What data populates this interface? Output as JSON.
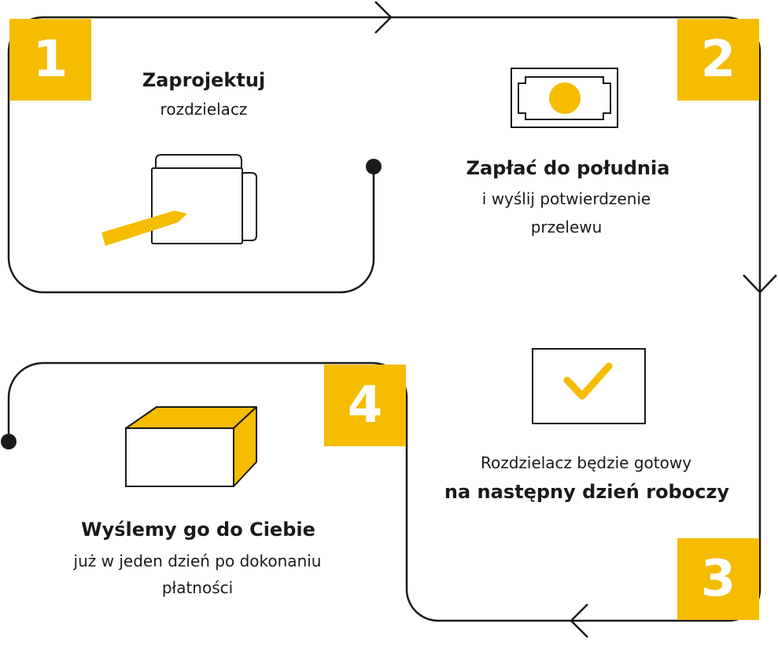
{
  "colors": {
    "accent": "#f5bc00",
    "line": "#1a1a1a",
    "text": "#1a1a1a",
    "background": "#ffffff"
  },
  "steps": [
    {
      "number": "1",
      "title": "Zaprojektuj",
      "lines": [
        "rozdzielacz"
      ],
      "icon": "manifold-design-pencil-icon"
    },
    {
      "number": "2",
      "title": "Zapłać do południa",
      "lines": [
        "i wyślij potwierdzenie",
        "przelewu"
      ],
      "icon": "banknote-icon"
    },
    {
      "number": "3",
      "pre": "Rozdzielacz będzie gotowy",
      "title": "na następny dzień roboczy",
      "icon": "checkmark-box-icon"
    },
    {
      "number": "4",
      "title": "Wyślemy go do Ciebie",
      "lines": [
        "już w jeden dzień po dokonaniu",
        "płatności"
      ],
      "icon": "package-box-icon"
    }
  ]
}
